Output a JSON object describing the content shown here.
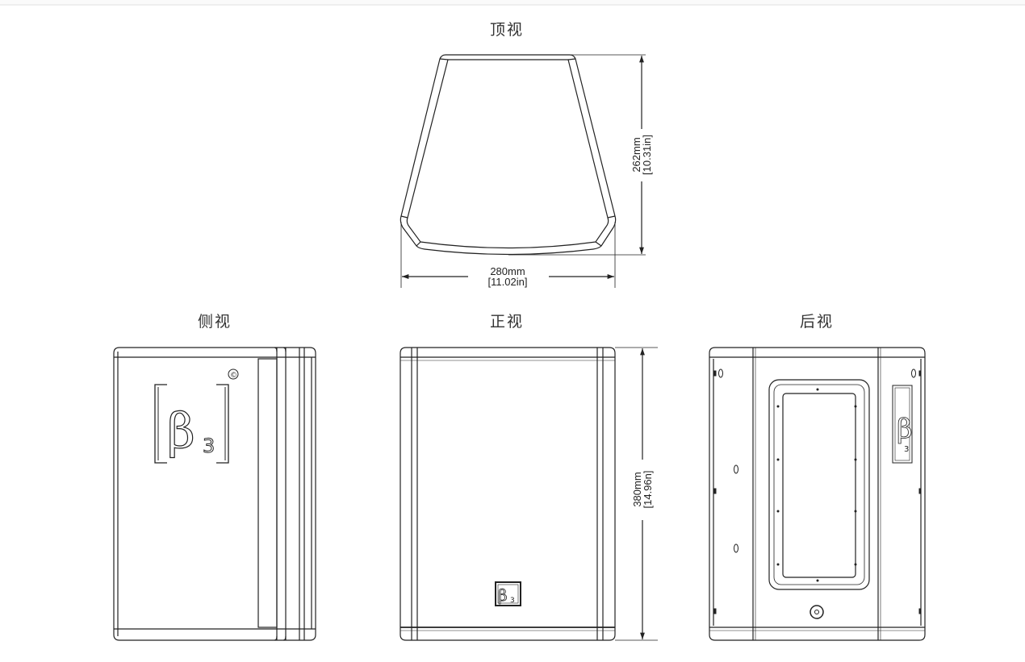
{
  "views": {
    "top": {
      "title": "顶视"
    },
    "side": {
      "title": "侧视"
    },
    "front": {
      "title": "正视"
    },
    "rear": {
      "title": "后视"
    }
  },
  "dimensions": {
    "depth": {
      "metric": "262mm",
      "imperial": "[10.31in]"
    },
    "width": {
      "metric": "280mm",
      "imperial": "[11.02in]"
    },
    "height": {
      "metric": "380mm",
      "imperial": "[14.96n]"
    }
  },
  "logo": {
    "text": "β",
    "subscript": "3",
    "copyright": "©"
  },
  "colors": {
    "line": "#222222",
    "background": "#ffffff",
    "divider": "#eeeeee"
  }
}
